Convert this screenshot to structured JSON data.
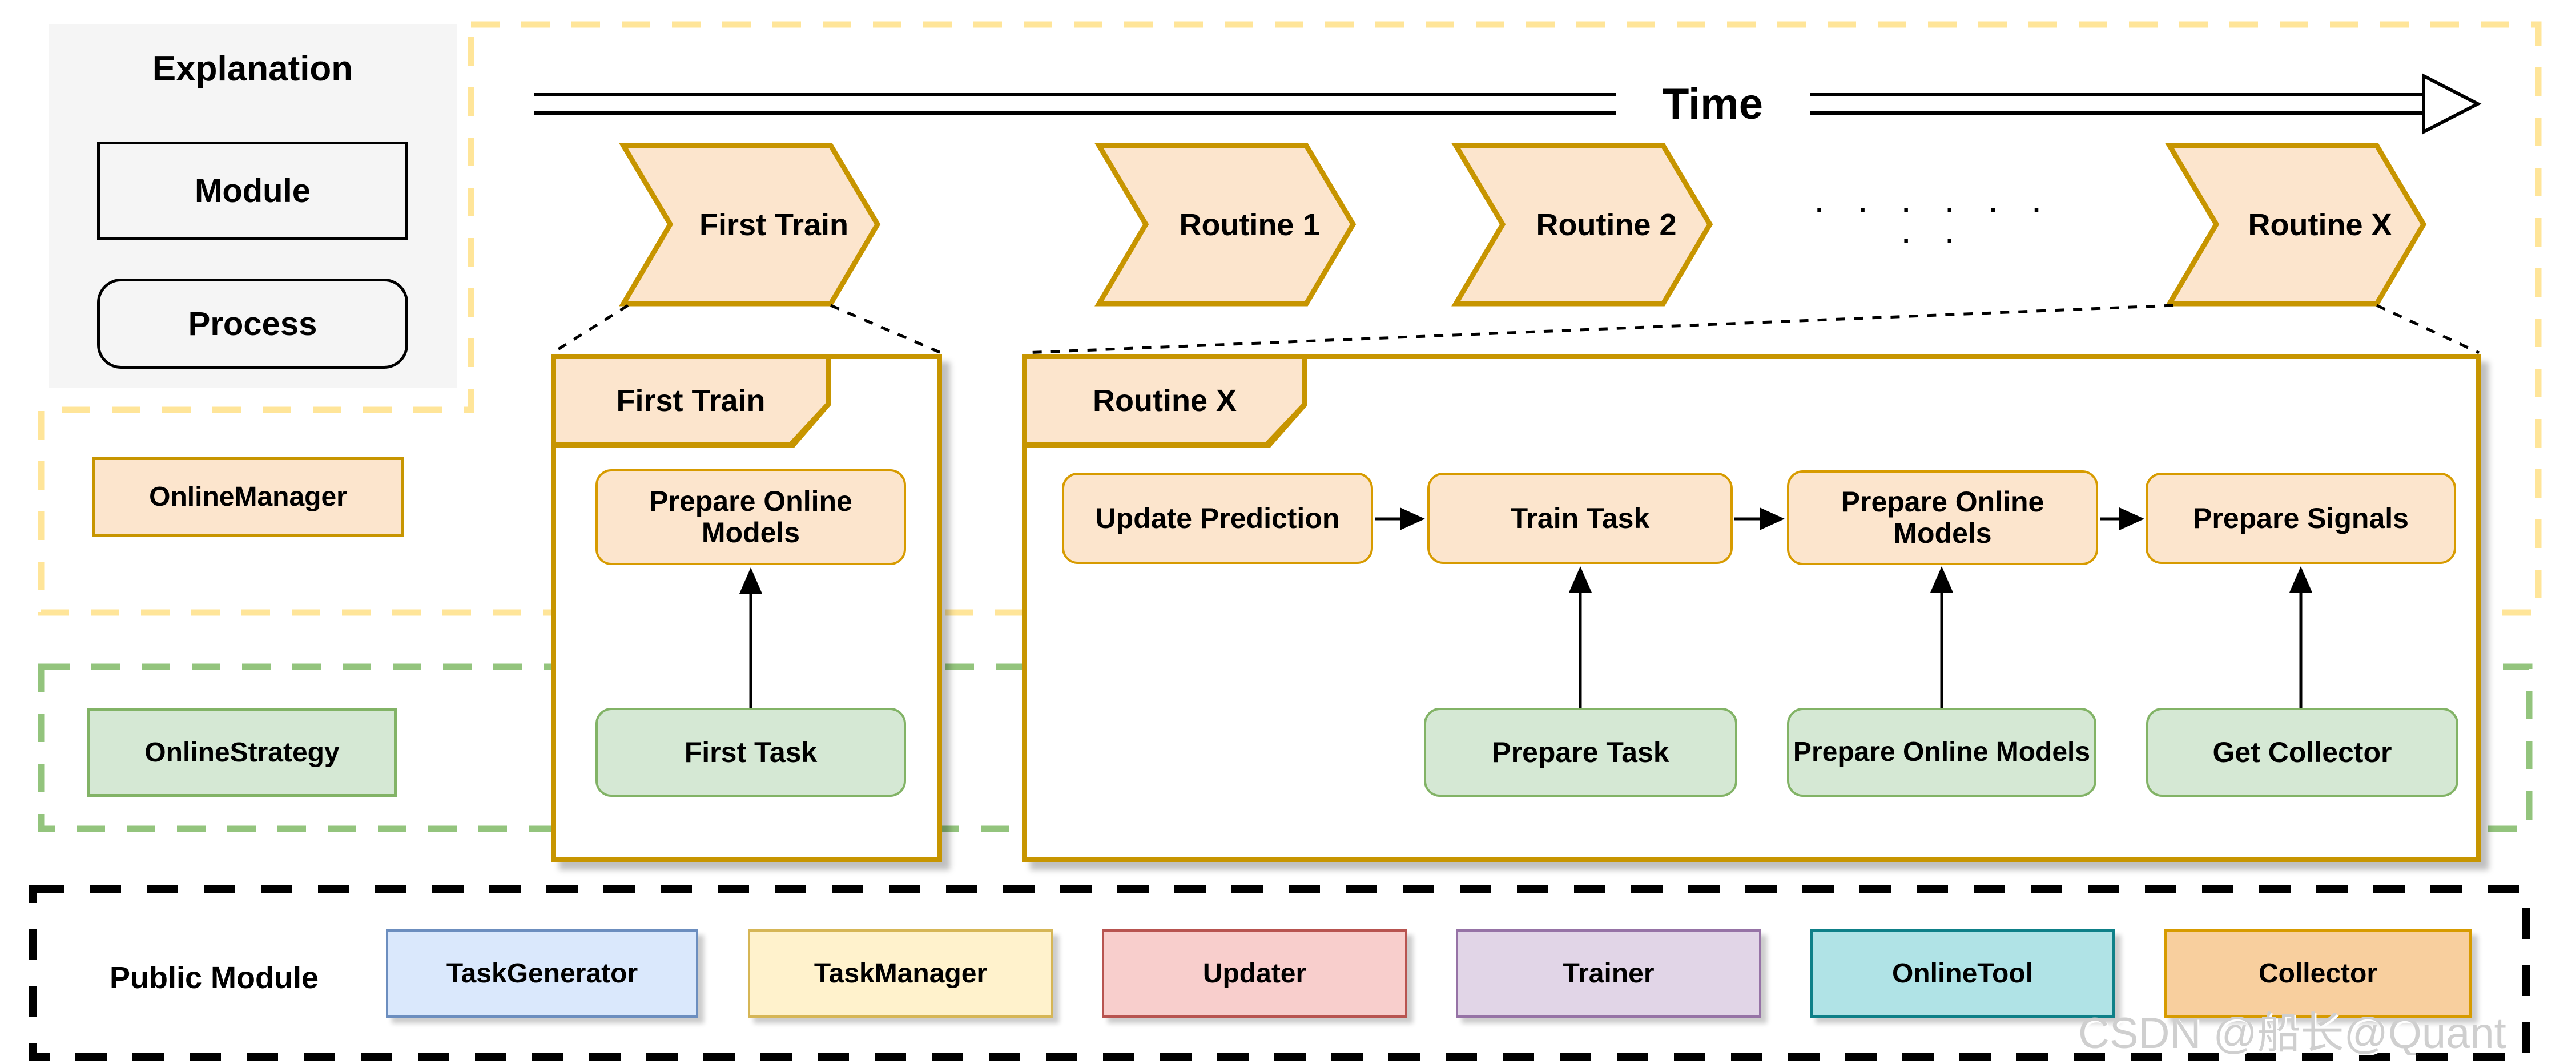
{
  "explanation": {
    "title": "Explanation",
    "module_label": "Module",
    "process_label": "Process"
  },
  "timeline": {
    "label": "Time",
    "chevrons": [
      "First Train",
      "Routine 1",
      "Routine 2",
      "Routine X"
    ],
    "dots": "· · · · · · · ·"
  },
  "first_train": {
    "tab": "First Train",
    "process": "Prepare Online Models",
    "task": "First Task"
  },
  "routine_x": {
    "tab": "Routine X",
    "processes": [
      "Update Prediction",
      "Train Task",
      "Prepare Online Models",
      "Prepare Signals"
    ],
    "strategy_tasks": [
      "Prepare Task",
      "Prepare Online Models",
      "Get Collector"
    ]
  },
  "regions": {
    "online_manager": "OnlineManager",
    "online_strategy": "OnlineStrategy",
    "public_module": "Public Module"
  },
  "public_modules": [
    {
      "label": "TaskGenerator",
      "fill": "#dae8fc",
      "border": "#6c8ebf"
    },
    {
      "label": "TaskManager",
      "fill": "#fff2cc",
      "border": "#d6b656"
    },
    {
      "label": "Updater",
      "fill": "#f8cecc",
      "border": "#b85450"
    },
    {
      "label": "Trainer",
      "fill": "#e1d5e7",
      "border": "#9673a6"
    },
    {
      "label": "OnlineTool",
      "fill": "#b0e3e6",
      "border": "#0e8088"
    },
    {
      "label": "Collector",
      "fill": "#f8cf9e",
      "border": "#d79b00"
    }
  ],
  "watermark": "CSDN @船长@Quant",
  "colors": {
    "chevron_fill": "#fce5cd",
    "chevron_border": "#c79500",
    "process_border": "#d79b00",
    "task_fill": "#d5e8d4",
    "task_border": "#82b366",
    "dashed_manager": "#ffe599",
    "dashed_strategy": "#93c47d",
    "dashed_public": "#000000",
    "panel_bg": "#f5f5f5",
    "watermark_color": "#cfcfcf"
  }
}
